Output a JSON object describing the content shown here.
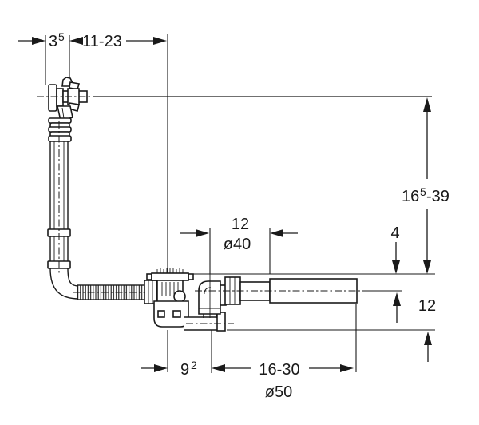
{
  "drawing": {
    "description": "Technical dimension drawing of a bathtub drain with turn-handle overflow fitting, flexible hose, flat trap and telescopic horizontal outlet pipe",
    "line_color": "#1a1a1a",
    "background_color": "#ffffff",
    "dims": {
      "overflow_depth": {
        "main": "3",
        "sup": "5"
      },
      "overflow_to_drain": "11-23",
      "elbow_offset": "12",
      "pipe_diameter": "ø40",
      "height_range": {
        "main": "16",
        "sup": "5",
        "tail": "-39"
      },
      "top_clearance": "4",
      "outlet_depth": "12",
      "trap_offset": {
        "main": "9",
        "sup": "2"
      },
      "outlet_length": "16-30",
      "outlet_diameter": "ø50"
    }
  }
}
